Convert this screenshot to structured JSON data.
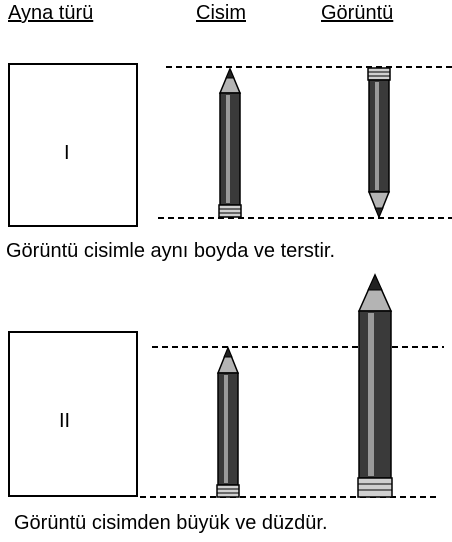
{
  "headers": {
    "mirror_type": "Ayna türü",
    "object": "Cisim",
    "image": "Görüntü"
  },
  "rows": [
    {
      "mirror_label": "I",
      "caption": "Görüntü cisimle aynı boyda ve terstir."
    },
    {
      "mirror_label": "II",
      "caption": "Görüntü cisimden büyük ve düzdür."
    }
  ],
  "colors": {
    "pencil_body": "#3a3a3a",
    "pencil_highlight": "#9a9a9a",
    "pencil_tip_wood": "#b4b4b4",
    "pencil_ferrule": "#d0d0d0",
    "line": "#000000"
  }
}
